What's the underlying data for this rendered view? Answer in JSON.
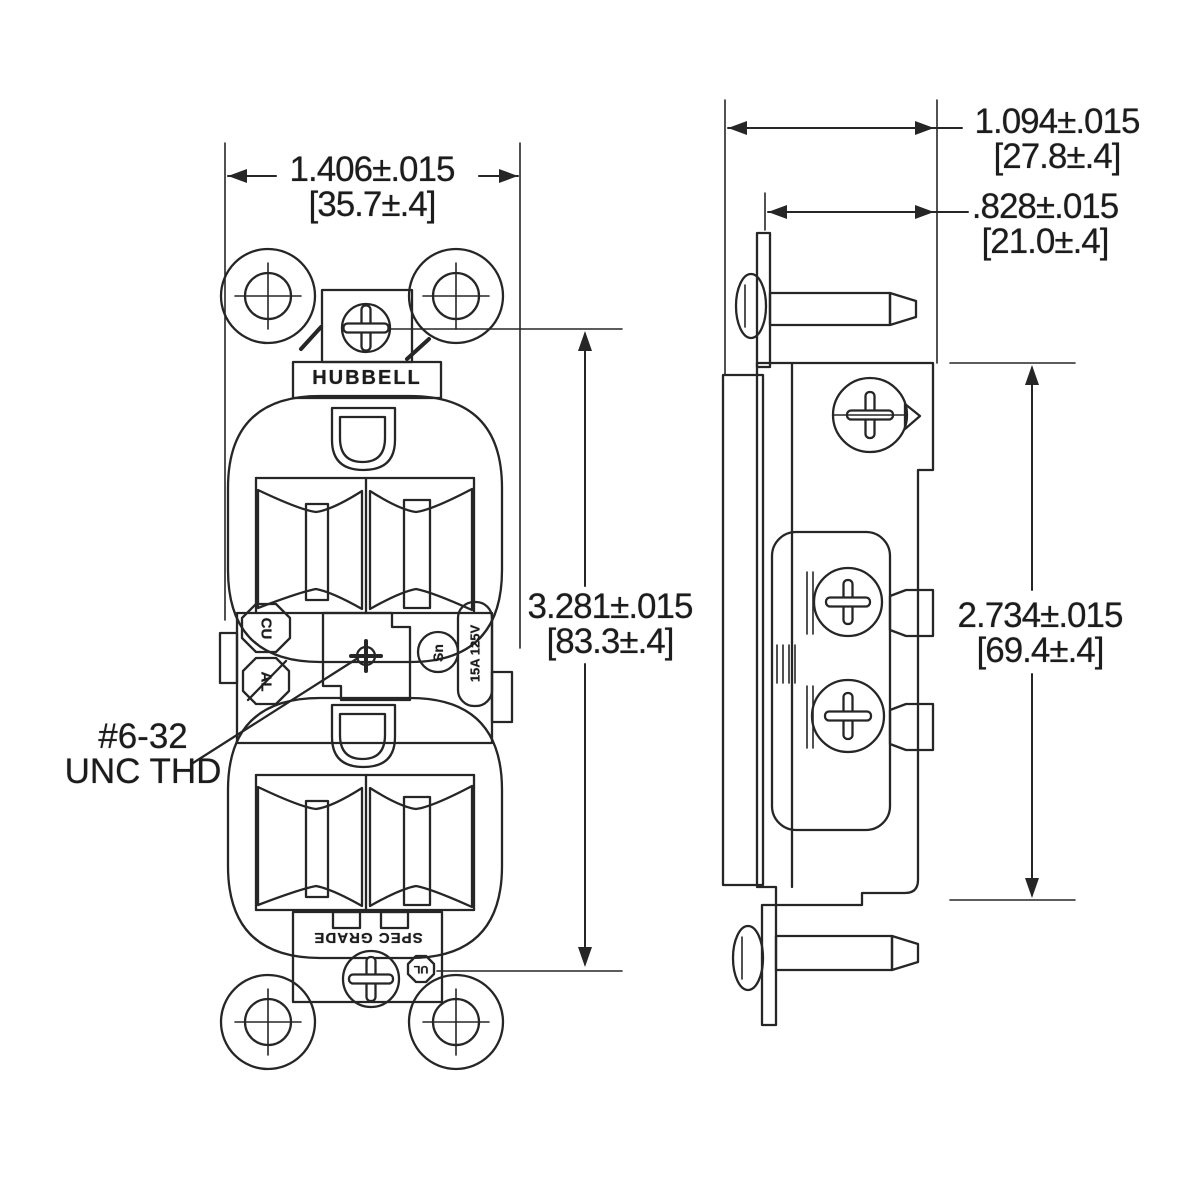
{
  "colors": {
    "ink": "#262626",
    "paper": "#ffffff"
  },
  "front_view": {
    "width_dim": {
      "inches": "1.406±.015",
      "mm": "[35.7±.4]"
    },
    "height_dim": {
      "inches": "3.281±.015",
      "mm": "[83.3±.4]"
    },
    "thread_callout": {
      "line1": "#6-32",
      "line2": "UNC THD"
    },
    "brand": "HUBBELL",
    "grade": "SPEC GRADE",
    "rating": "15A 125V",
    "badges": {
      "copper": "CU",
      "aluminum": "AL",
      "tin": "Sn",
      "listing": "UL"
    }
  },
  "side_view": {
    "overall_depth_dim": {
      "inches": "1.094±.015",
      "mm": "[27.8±.4]"
    },
    "mounting_depth_dim": {
      "inches": ".828±.015",
      "mm": "[21.0±.4]"
    },
    "body_height_dim": {
      "inches": "2.734±.015",
      "mm": "[69.4±.4]"
    }
  }
}
